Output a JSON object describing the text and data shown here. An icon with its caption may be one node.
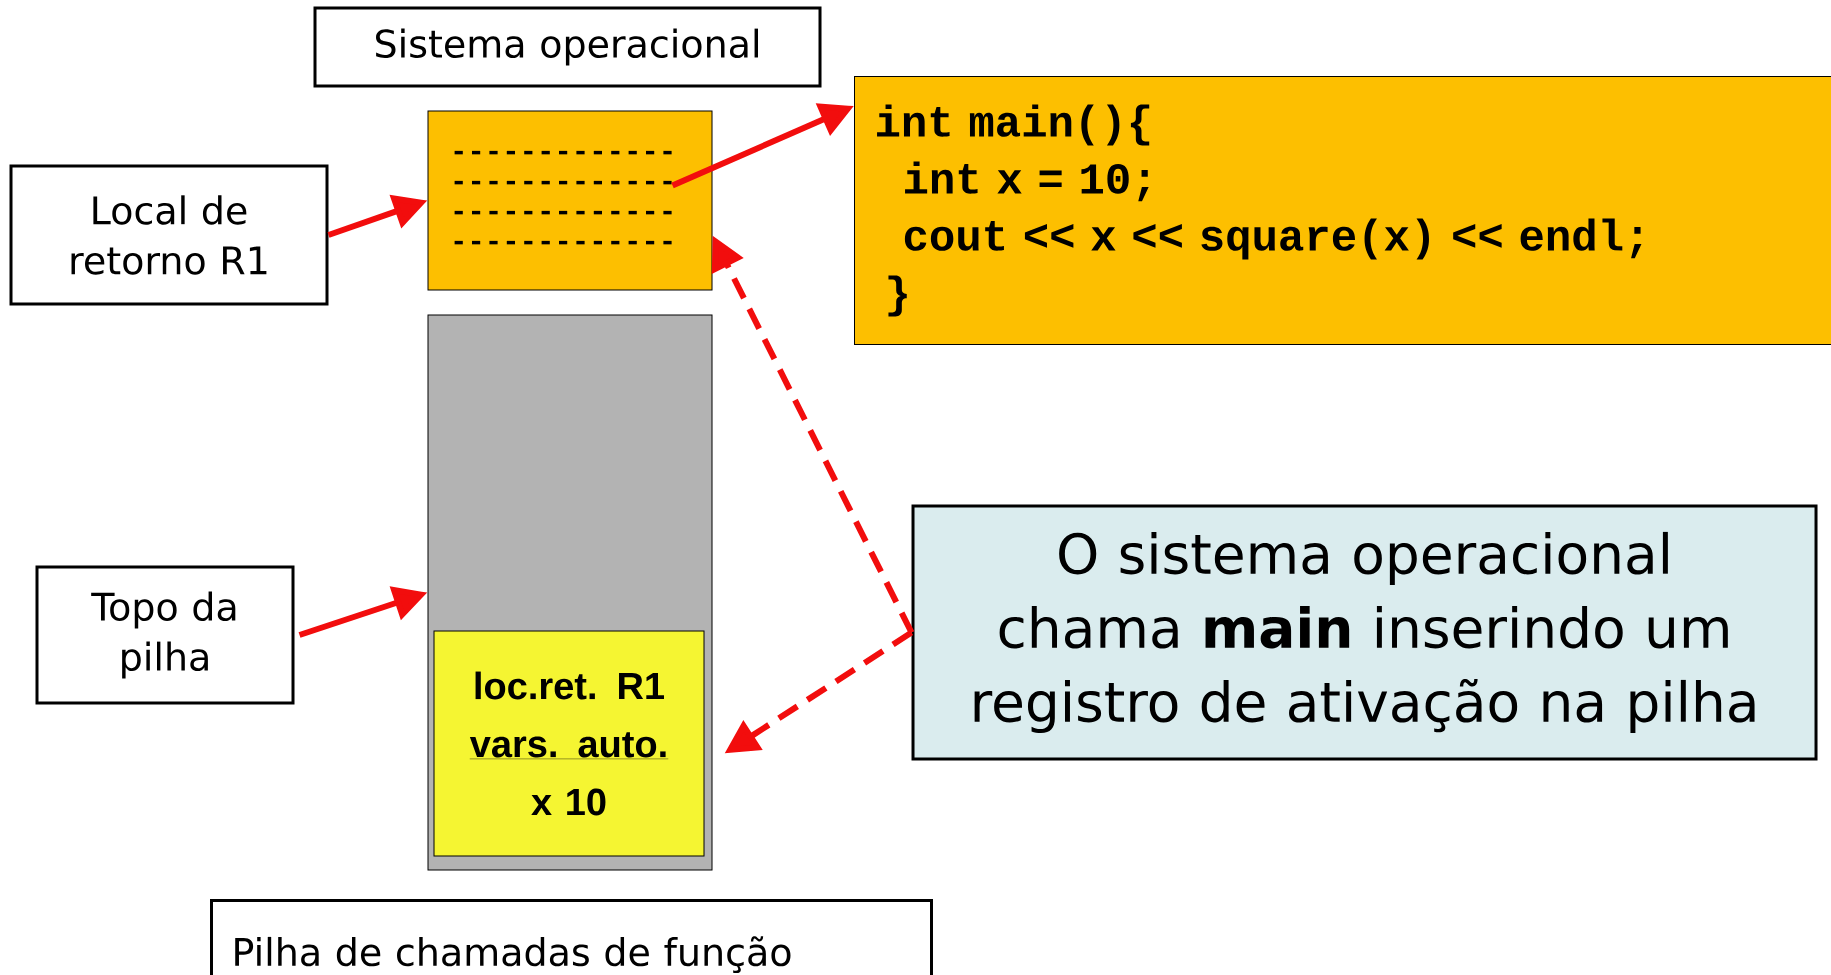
{
  "diagram": {
    "nodes": [
      {
        "text": [
          "Sistema operacional"
        ]
      },
      {
        "text": [
          "------------- ------------- ------------- -------------"
        ]
      },
      {
        "text": [
          "int main(){",
          "int x = 10;",
          "cout << x << square(x) << endl;",
          "}"
        ]
      },
      {
        "text": [
          "Local de retorno R1"
        ]
      },
      {
        "text": [],
        "shape": "box"
      },
      {
        "text": [
          "loc.ret. R1",
          "vars. auto.",
          "x 10"
        ],
        "in": 4
      },
      {
        "text": [
          "Topo da pilha"
        ]
      },
      {
        "text": [
          "O sistema operacional chama **main** inserindo um registro de ativação na pilha"
        ]
      },
      {
        "text": [
          "Pilha de chamadas de função"
        ]
      }
    ],
    "edges": [
      {
        "from": 3,
        "to": 1,
        "arrow": "to"
      },
      {
        "from": 1,
        "to": 2,
        "arrow": "to"
      },
      {
        "from": 6,
        "to": 4,
        "arrow": "to"
      },
      {
        "from": 7,
        "to": 1,
        "arrow": "to",
        "style": "dashed"
      },
      {
        "from": 7,
        "to": 5,
        "arrow": "to",
        "style": "dashed"
      }
    ]
  }
}
